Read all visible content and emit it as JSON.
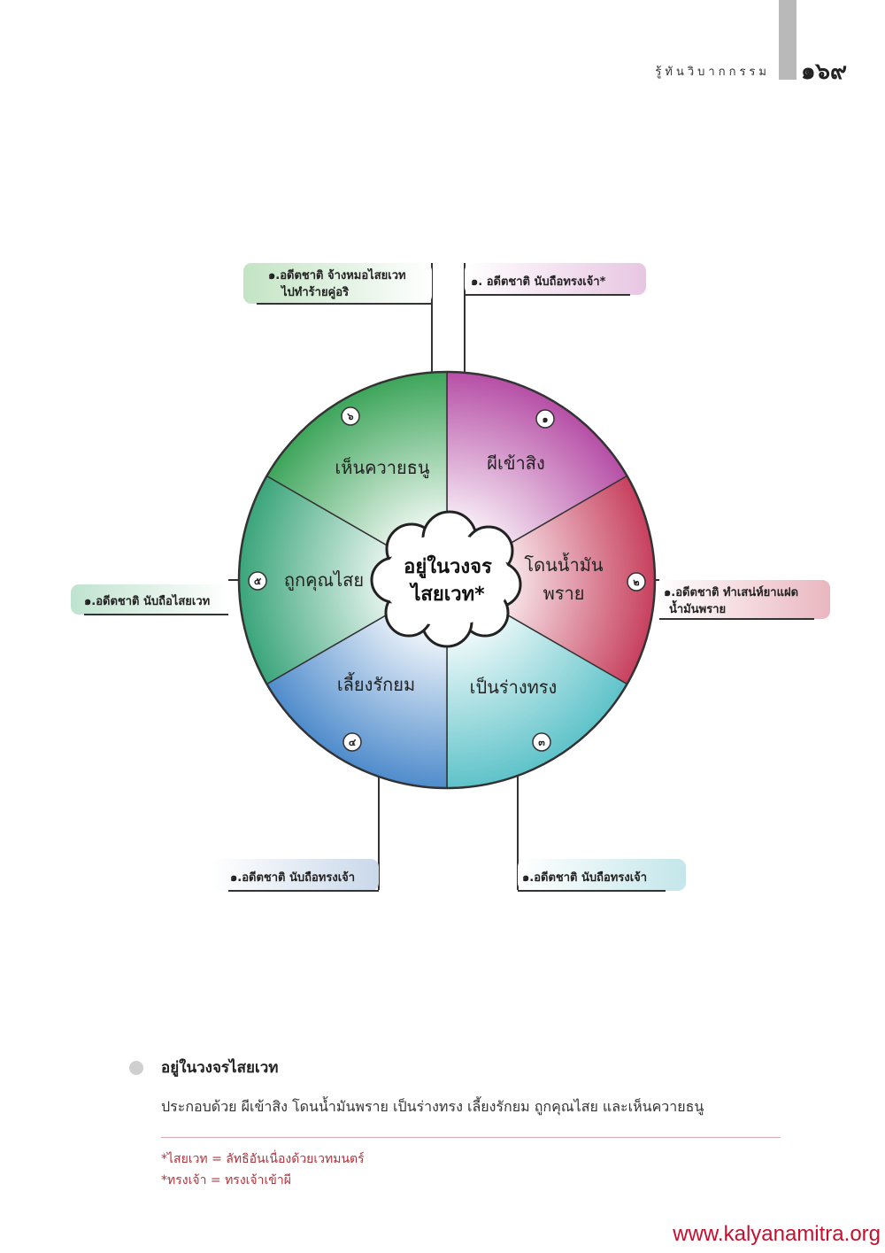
{
  "header": {
    "running_title": "รู้ทันวิบากกรรม",
    "page_number": "๑๖๙"
  },
  "diagram": {
    "center_lines": [
      "อยู่ในวงจร",
      "ไสยเวท*"
    ],
    "segments": [
      {
        "number": "๑",
        "lines": [
          "ผีเข้าสิง"
        ],
        "color": "#b64fa6"
      },
      {
        "number": "๒",
        "lines": [
          "โดนน้ำมัน",
          "พราย"
        ],
        "color": "#c7405e"
      },
      {
        "number": "๓",
        "lines": [
          "เป็นร่างทรง"
        ],
        "color": "#5ec3c9"
      },
      {
        "number": "๔",
        "lines": [
          "เลี้ยงรักยม"
        ],
        "color": "#4f8ccc"
      },
      {
        "number": "๕",
        "lines": [
          "ถูกคุณไสย"
        ],
        "color": "#3aa57a"
      },
      {
        "number": "๖",
        "lines": [
          "เห็นควายธนู"
        ],
        "color": "#3da55a"
      }
    ],
    "callouts": [
      {
        "lines": [
          "๑. อดีตชาติ นับถือทรงเจ้า*"
        ],
        "color": "#e8c6e2"
      },
      {
        "lines": [
          "๑.อดีตชาติ ทำเสน่ห์ยาแฝด",
          "น้ำมันพราย"
        ],
        "color": "#eab6c0"
      },
      {
        "lines": [
          "๑.อดีตชาติ นับถือทรงเจ้า"
        ],
        "color": "#c4e6ea"
      },
      {
        "lines": [
          "๑.อดีตชาติ นับถือทรงเจ้า"
        ],
        "color": "#cad8ea"
      },
      {
        "lines": [
          "๑.อดีตชาติ นับถือไสยเวท"
        ],
        "color": "#bfe3cf"
      },
      {
        "lines": [
          "๑.อดีตชาติ จ้างหมอไสยเวท",
          "ไปทำร้ายคู่อริ"
        ],
        "color": "#c3e4c4"
      }
    ]
  },
  "section": {
    "title": "อยู่ในวงจรไสยเวท",
    "body": "ประกอบด้วย ผีเข้าสิง โดนน้ำมันพราย เป็นร่างทรง เลี้ยงรักยม ถูกคุณไสย และเห็นควายธนู"
  },
  "footnotes": [
    "*ไสยเวท = ลัทธิอันเนื่องด้วยเวทมนตร์",
    "*ทรงเจ้า = ทรงเจ้าเข้าผี"
  ],
  "website": "www.kalyanamitra.org"
}
